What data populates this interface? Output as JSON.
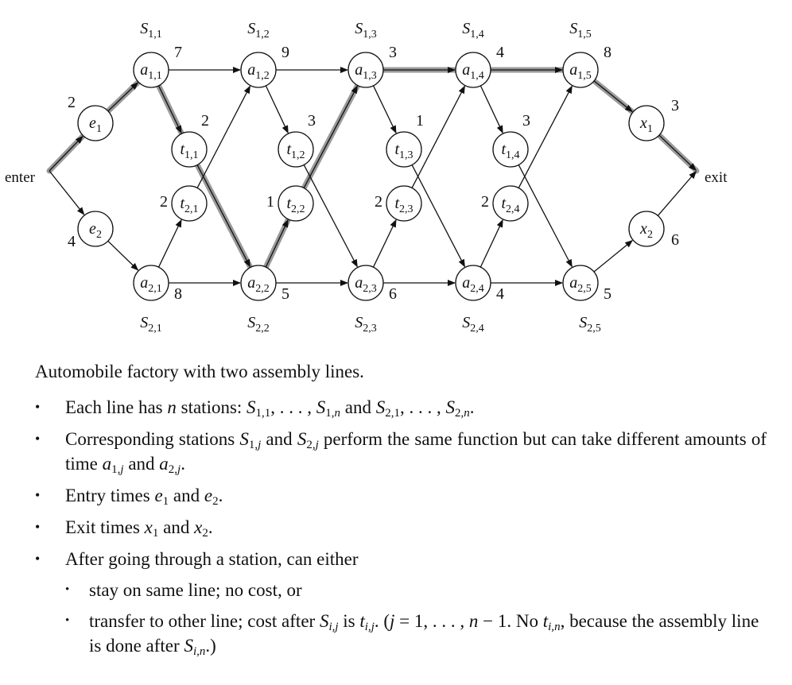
{
  "diagram": {
    "stations_top": [
      "S",
      "S",
      "S",
      "S",
      "S"
    ],
    "station_subs_top": [
      "1,1",
      "1,2",
      "1,3",
      "1,4",
      "1,5"
    ],
    "station_subs_bottom": [
      "2,1",
      "2,2",
      "2,3",
      "2,4",
      "2,5"
    ],
    "enter_label": "enter",
    "exit_label": "exit",
    "line1": [
      {
        "name": "a",
        "sub": "1,1",
        "time": "7"
      },
      {
        "name": "a",
        "sub": "1,2",
        "time": "9"
      },
      {
        "name": "a",
        "sub": "1,3",
        "time": "3"
      },
      {
        "name": "a",
        "sub": "1,4",
        "time": "4"
      },
      {
        "name": "a",
        "sub": "1,5",
        "time": "8"
      }
    ],
    "line2": [
      {
        "name": "a",
        "sub": "2,1",
        "time": "8"
      },
      {
        "name": "a",
        "sub": "2,2",
        "time": "5"
      },
      {
        "name": "a",
        "sub": "2,3",
        "time": "6"
      },
      {
        "name": "a",
        "sub": "2,4",
        "time": "4"
      },
      {
        "name": "a",
        "sub": "2,5",
        "time": "5"
      }
    ],
    "transfer1": [
      {
        "name": "t",
        "sub": "1,1",
        "time": "2"
      },
      {
        "name": "t",
        "sub": "1,2",
        "time": "3"
      },
      {
        "name": "t",
        "sub": "1,3",
        "time": "1"
      },
      {
        "name": "t",
        "sub": "1,4",
        "time": "3"
      }
    ],
    "transfer2": [
      {
        "name": "t",
        "sub": "2,1",
        "time": "2"
      },
      {
        "name": "t",
        "sub": "2,2",
        "time": "1"
      },
      {
        "name": "t",
        "sub": "2,3",
        "time": "2"
      },
      {
        "name": "t",
        "sub": "2,4",
        "time": "2"
      }
    ],
    "entry": [
      {
        "name": "e",
        "sub": "1",
        "time": "2"
      },
      {
        "name": "e",
        "sub": "2",
        "time": "4"
      }
    ],
    "exit": [
      {
        "name": "x",
        "sub": "1",
        "time": "3"
      },
      {
        "name": "x",
        "sub": "2",
        "time": "6"
      }
    ],
    "fastest_path": [
      "enter",
      "e1",
      "a1,1",
      "t1,1",
      "a2,2",
      "t2,2",
      "a1,3",
      "a1,4",
      "a1,5",
      "x1",
      "exit"
    ]
  },
  "text": {
    "caption": "Automobile factory with two assembly lines.",
    "b1_a": "Each line has ",
    "b1_n": "n",
    "b1_b": " stations: ",
    "b1_s": "S",
    "b1_s1": "1,1",
    "b1_c": ", . . . , ",
    "b1_s2": "1,",
    "b1_s2n": "n",
    "b1_d": " and ",
    "b1_s3": "2,1",
    "b1_e": ", . . . , ",
    "b1_s4": "2,",
    "b1_s4n": "n",
    "b1_f": ".",
    "b2_a": "Corresponding stations ",
    "b2_s1": "1,",
    "b2_j1": "j",
    "b2_b": " and ",
    "b2_s2": "2,",
    "b2_j2": "j",
    "b2_c": " perform the same function but can take different amounts of time ",
    "b2_a1": "a",
    "b2_a1s": "1,",
    "b2_d": " and ",
    "b2_a2s": "2,",
    "b2_e": ".",
    "b3_a": "Entry times ",
    "b3_e": "e",
    "b3_b": " and ",
    "b3_c": ".",
    "b4_a": "Exit times ",
    "b4_x": "x",
    "b4_b": " and ",
    "b4_c": ".",
    "b5": "After going through a station, can either",
    "sub1": "stay on same line; no cost, or",
    "sub2_a": "transfer to other line; cost after ",
    "sub2_s": "i,",
    "sub2_b": " is ",
    "sub2_t": "t",
    "sub2_c": ". (",
    "sub2_eq": " = 1, . . . , ",
    "sub2_n": "n",
    "sub2_d": " − 1. No ",
    "sub2_tn": "i,",
    "sub2_e": ", because the assembly line is done after ",
    "sub2_f": ".)",
    "one": "1",
    "two": "2"
  }
}
